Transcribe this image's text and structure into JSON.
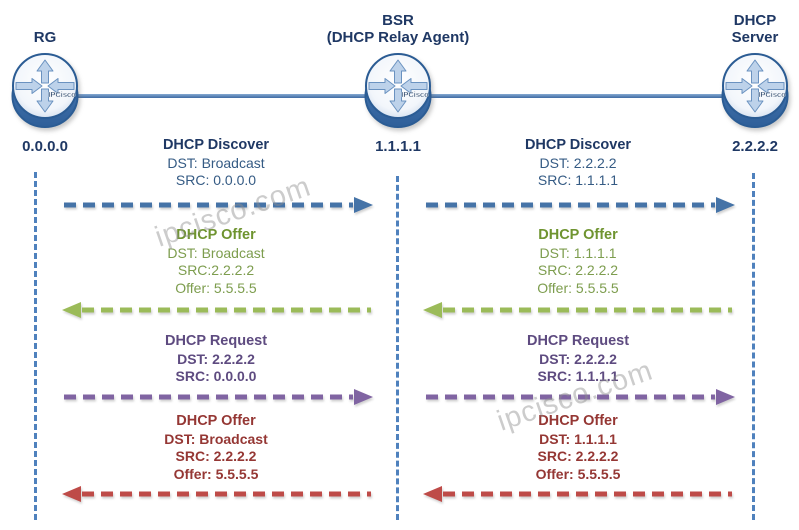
{
  "watermark": "ipcisco.com",
  "router_brand": "IPCisco",
  "nodes": [
    {
      "label_line1": "RG",
      "label_line2": "",
      "ip": "0.0.0.0"
    },
    {
      "label_line1": "BSR",
      "label_line2": "(DHCP Relay Agent)",
      "ip": "1.1.1.1"
    },
    {
      "label_line1": "DHCP",
      "label_line2": "Server",
      "ip": "2.2.2.2"
    }
  ],
  "messages": [
    {
      "segment": "RG-BSR",
      "direction": "right",
      "color_name": "blue",
      "title": "DHCP Discover",
      "lines": [
        "DST: Broadcast",
        "SRC: 0.0.0.0"
      ]
    },
    {
      "segment": "BSR-Server",
      "direction": "right",
      "color_name": "blue",
      "title": "DHCP Discover",
      "lines": [
        "DST: 2.2.2.2",
        "SRC: 1.1.1.1"
      ]
    },
    {
      "segment": "RG-BSR",
      "direction": "left",
      "color_name": "green",
      "title": "DHCP Offer",
      "lines": [
        "DST: Broadcast",
        "SRC:2.2.2.2",
        "Offer: 5.5.5.5"
      ]
    },
    {
      "segment": "BSR-Server",
      "direction": "left",
      "color_name": "green",
      "title": "DHCP Offer",
      "lines": [
        "DST: 1.1.1.1",
        "SRC: 2.2.2.2",
        "Offer: 5.5.5.5"
      ]
    },
    {
      "segment": "RG-BSR",
      "direction": "right",
      "color_name": "purple",
      "title": "DHCP Request",
      "lines": [
        "DST: 2.2.2.2",
        "SRC: 0.0.0.0"
      ]
    },
    {
      "segment": "BSR-Server",
      "direction": "right",
      "color_name": "purple",
      "title": "DHCP Request",
      "lines": [
        "DST: 2.2.2.2",
        "SRC: 1.1.1.1"
      ]
    },
    {
      "segment": "RG-BSR",
      "direction": "left",
      "color_name": "red",
      "title": "DHCP Offer",
      "lines": [
        "DST: Broadcast",
        "SRC: 2.2.2.2",
        "Offer: 5.5.5.5"
      ]
    },
    {
      "segment": "BSR-Server",
      "direction": "left",
      "color_name": "red",
      "title": "DHCP Offer",
      "lines": [
        "DST: 1.1.1.1",
        "SRC: 2.2.2.2",
        "Offer: 5.5.5.5"
      ]
    }
  ],
  "colors": {
    "node_text": "#1F3864",
    "backbone_line": "#4F81BD",
    "lifeline": "#4F81BD",
    "discover_title": "#1F3864",
    "discover_body": "#355B84",
    "discover_arrow": "#4573A7",
    "offer_title": "#6F9430",
    "offer_body": "#7D9D4E",
    "offer_arrow": "#9BBB59",
    "request_text": "#5E4B80",
    "request_arrow": "#8064A2",
    "ack_offer_text": "#953734",
    "ack_offer_arrow": "#BE4B48"
  }
}
